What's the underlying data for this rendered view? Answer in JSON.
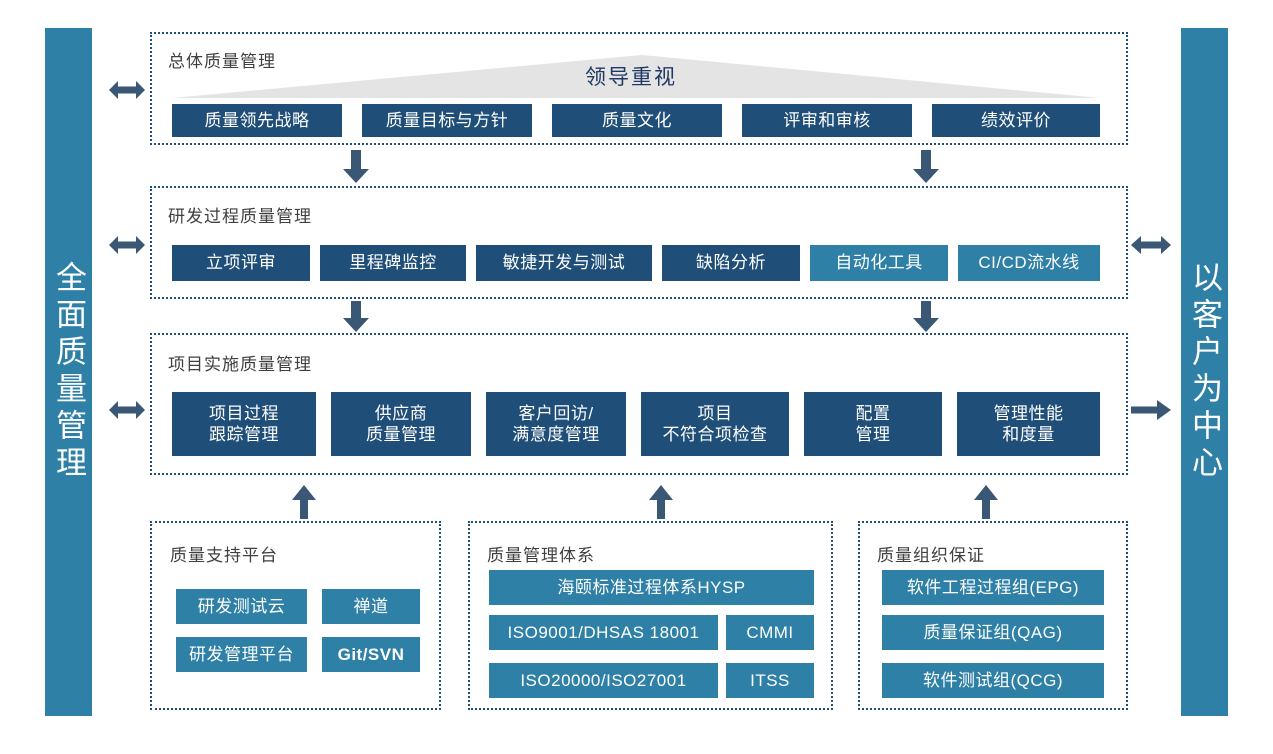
{
  "colors": {
    "navy": "#1f4e79",
    "teal": "#2e80a6",
    "arrow": "#3a5775",
    "banner_fill": "#e4e4e4",
    "title_text": "#404040",
    "banner_text": "#1f3864"
  },
  "sidebars": {
    "left": {
      "label": "全面质量管理"
    },
    "right": {
      "label": "以客户为中心"
    }
  },
  "sections": [
    {
      "id": "overall-quality-management",
      "title": "总体质量管理",
      "banner_label": "领导重视",
      "items": [
        {
          "label": "质量领先战略",
          "style": "navy"
        },
        {
          "label": "质量目标与方针",
          "style": "navy"
        },
        {
          "label": "质量文化",
          "style": "navy"
        },
        {
          "label": "评审和审核",
          "style": "navy"
        },
        {
          "label": "绩效评价",
          "style": "navy"
        }
      ]
    },
    {
      "id": "rd-process-quality-management",
      "title": "研发过程质量管理",
      "items": [
        {
          "label": "立项评审",
          "style": "navy"
        },
        {
          "label": "里程碑监控",
          "style": "navy"
        },
        {
          "label": "敏捷开发与测试",
          "style": "navy"
        },
        {
          "label": "缺陷分析",
          "style": "navy"
        },
        {
          "label": "自动化工具",
          "style": "teal"
        },
        {
          "label": "CI/CD流水线",
          "style": "teal"
        }
      ]
    },
    {
      "id": "project-delivery-quality-management",
      "title": "项目实施质量管理",
      "items": [
        {
          "label": "项目过程\n跟踪管理",
          "style": "navy"
        },
        {
          "label": "供应商\n质量管理",
          "style": "navy"
        },
        {
          "label": "客户回访/\n满意度管理",
          "style": "navy"
        },
        {
          "label": "项目\n不符合项检查",
          "style": "navy"
        },
        {
          "label": "配置\n管理",
          "style": "navy"
        },
        {
          "label": "管理性能\n和度量",
          "style": "navy"
        }
      ]
    }
  ],
  "bottom_panels": [
    {
      "id": "quality-support-platform",
      "title": "质量支持平台",
      "items": [
        {
          "label": "研发测试云",
          "style": "teal",
          "bold": false
        },
        {
          "label": "禅道",
          "style": "teal",
          "bold": false
        },
        {
          "label": "研发管理平台",
          "style": "teal",
          "bold": false
        },
        {
          "label": "Git/SVN",
          "style": "teal",
          "bold": true
        }
      ]
    },
    {
      "id": "quality-management-system",
      "title": "质量管理体系",
      "items": [
        {
          "label": "海颐标准过程体系HYSP",
          "style": "teal",
          "bold": false
        },
        {
          "label": "ISO9001/DHSAS 18001",
          "style": "teal",
          "bold": false
        },
        {
          "label": "CMMI",
          "style": "teal",
          "bold": false
        },
        {
          "label": "ISO20000/ISO27001",
          "style": "teal",
          "bold": false
        },
        {
          "label": "ITSS",
          "style": "teal",
          "bold": false
        }
      ]
    },
    {
      "id": "quality-organization-assurance",
      "title": "质量组织保证",
      "items": [
        {
          "label": "软件工程过程组(EPG)",
          "style": "teal",
          "bold": false
        },
        {
          "label": "质量保证组(QAG)",
          "style": "teal",
          "bold": false
        },
        {
          "label": "软件测试组(QCG)",
          "style": "teal",
          "bold": false
        }
      ]
    }
  ],
  "connectors": [
    {
      "name": "left-double-arrow-overall",
      "direction": "double-horizontal"
    },
    {
      "name": "left-double-arrow-rd",
      "direction": "double-horizontal"
    },
    {
      "name": "left-double-arrow-project",
      "direction": "double-horizontal"
    },
    {
      "name": "right-double-arrow-rd",
      "direction": "double-horizontal"
    },
    {
      "name": "right-arrow-project",
      "direction": "right"
    },
    {
      "name": "down-arrow-overall-to-rd-left",
      "direction": "down"
    },
    {
      "name": "down-arrow-overall-to-rd-right",
      "direction": "down"
    },
    {
      "name": "down-arrow-rd-to-project-left",
      "direction": "down"
    },
    {
      "name": "down-arrow-rd-to-project-right",
      "direction": "down"
    },
    {
      "name": "up-arrow-support-to-project",
      "direction": "up"
    },
    {
      "name": "up-arrow-system-to-project",
      "direction": "up"
    },
    {
      "name": "up-arrow-organization-to-project",
      "direction": "up"
    }
  ]
}
